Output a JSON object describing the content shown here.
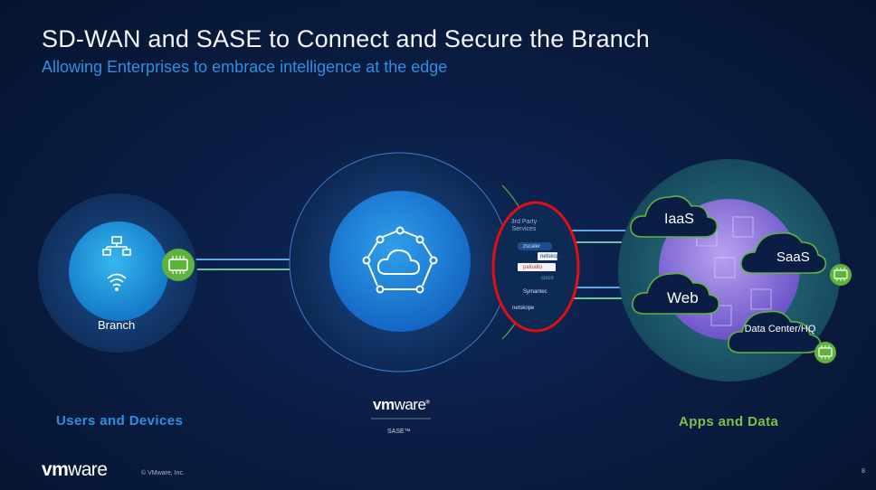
{
  "header": {
    "title": "SD-WAN and SASE to Connect and Secure the Branch",
    "subtitle": "Allowing Enterprises to embrace intelligence at the edge"
  },
  "branch": {
    "label": "Branch",
    "group_label": "Users and Devices"
  },
  "center": {
    "logo_bold": "vm",
    "logo_thin": "ware",
    "logo_mark": "®",
    "product": "SASE™"
  },
  "third_party": {
    "label": "3rd Party Services",
    "partners": [
      "zscaler",
      "netskope",
      "paloalto",
      "cisco",
      "Symantec",
      "netskope"
    ]
  },
  "apps": {
    "group_label": "Apps and Data",
    "clouds": {
      "iaas": "IaaS",
      "saas": "SaaS",
      "web": "Web",
      "dc": "Data Center/HQ"
    }
  },
  "footer": {
    "logo_bold": "vm",
    "logo_thin": "ware",
    "copyright": "© VMware, Inc.",
    "page": "8"
  },
  "colors": {
    "background": "#0a1a3a",
    "accent_blue": "#2f8fe0",
    "accent_green": "#7bc24a",
    "highlight_red": "#e01010"
  },
  "icons": [
    "network-icon",
    "wifi-icon",
    "chip-icon",
    "cloud-hub-icon"
  ]
}
